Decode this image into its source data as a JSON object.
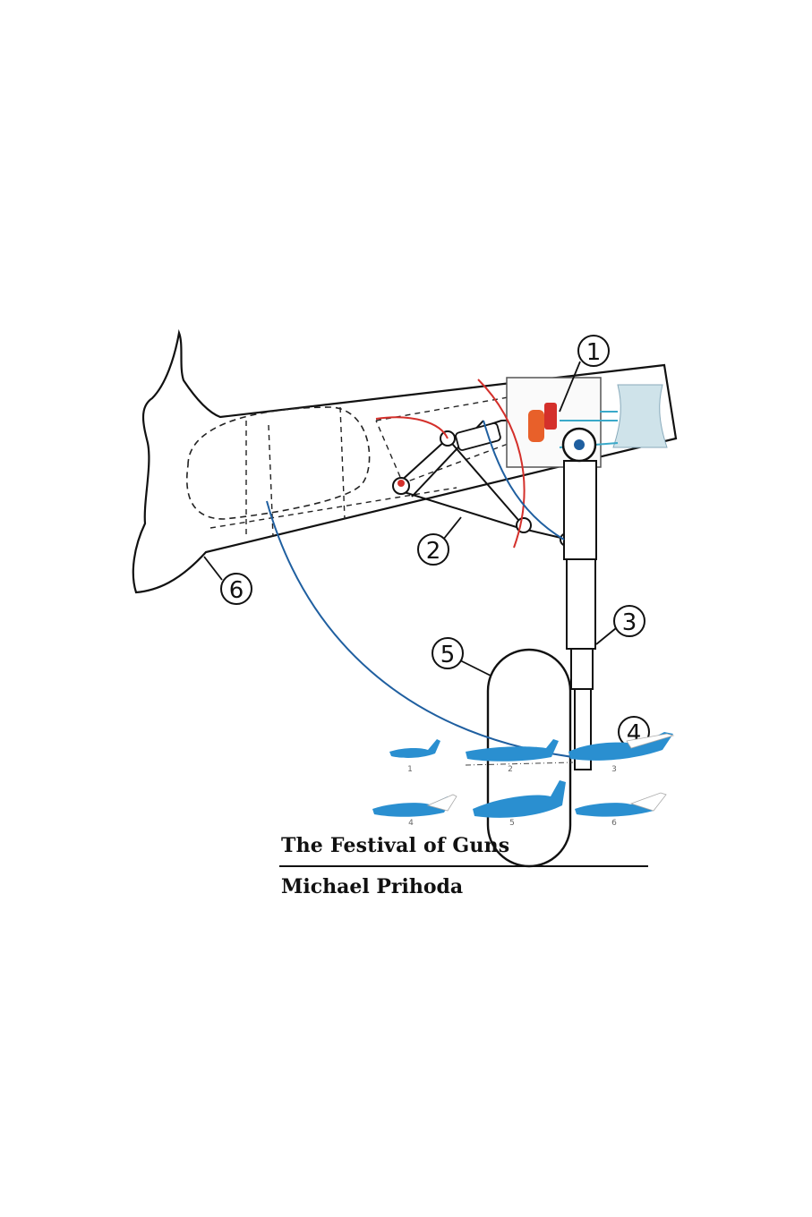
{
  "book": {
    "title": "The Festival of Guns",
    "author": "Michael Prihoda"
  },
  "illustration": {
    "callouts": [
      "1",
      "2",
      "3",
      "4",
      "5",
      "6"
    ],
    "plane_labels": [
      "1",
      "2",
      "3",
      "4",
      "5",
      "6"
    ],
    "colors": {
      "line": "#111111",
      "red_arc": "#d4302b",
      "blue_arc": "#1f5fa0",
      "plane_blue": "#2a8fd0",
      "orange": "#e8602a"
    }
  }
}
